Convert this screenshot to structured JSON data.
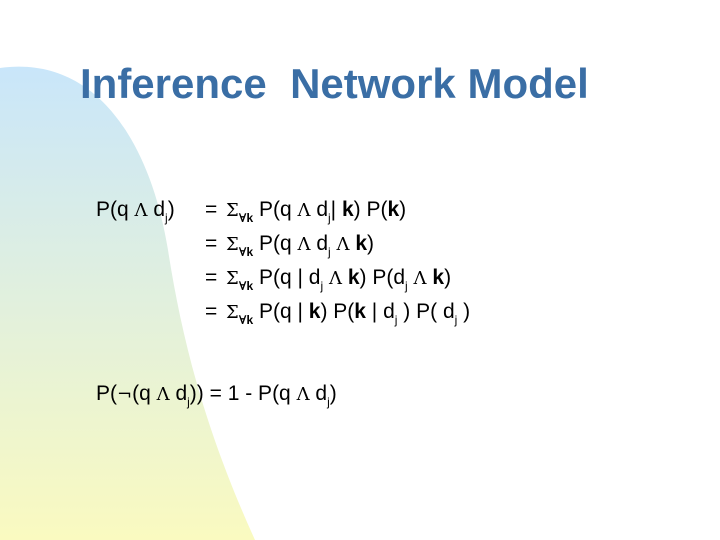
{
  "colors": {
    "title": "#3a6ea5",
    "gradient_top": "#c9e6fa",
    "gradient_bottom": "#fafac0"
  },
  "title": "Inference  Network Model",
  "symbols": {
    "and": "Λ",
    "sum": "Σ",
    "forall": "∀",
    "not": "¬",
    "eq": "="
  },
  "formula": {
    "lhs": {
      "pre": "P(q ",
      "mid": " d",
      "sub": "j",
      "post": ")"
    },
    "line1": {
      "k": "k",
      "t1": " P(q ",
      "t2": " d",
      "t2sub": "j",
      "t3": "| ",
      "b1": "k",
      "t4": ") P(",
      "b2": "k",
      "t5": ")"
    },
    "line2": {
      "k": "k",
      "t1": " P(q ",
      "t2": " d",
      "t2sub": "j",
      "t3": " ",
      "b1": "k",
      "t4": ")"
    },
    "line3": {
      "k": "k",
      "t1": " P(q | d",
      "t1sub": "j",
      "t2": " ",
      "b1": "k",
      "t3": ") P(d",
      "t3sub": "j",
      "t4": " ",
      "b2": "k",
      "t5": ")"
    },
    "line4": {
      "k": "k",
      "t1": " P(q | ",
      "b1": "k",
      "t2": ") P(",
      "b2": "k",
      "t3": " | d",
      "t3sub": "j",
      "t4": " ) P( d",
      "t4sub": "j",
      "t5": " )"
    },
    "neg": {
      "t1": "P(",
      "t2": "(q ",
      "t3": " d",
      "t3sub": "j",
      "t4": ")) = 1 - P(q ",
      "t5": " d",
      "t5sub": "j",
      "t6": ")"
    }
  }
}
